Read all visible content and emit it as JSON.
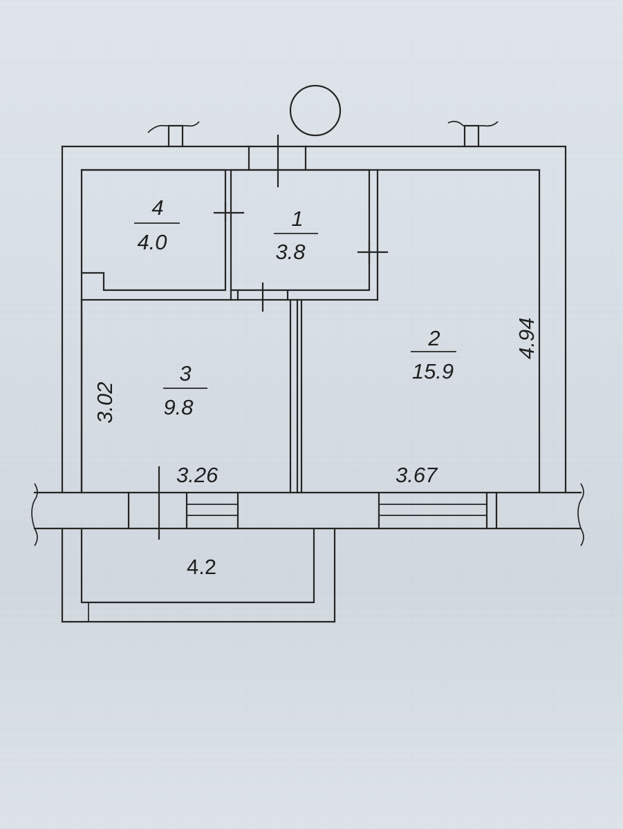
{
  "rooms": [
    {
      "number": "4",
      "area": "4.0"
    },
    {
      "number": "1",
      "area": "3.8"
    },
    {
      "number": "3",
      "area": "9.8"
    },
    {
      "number": "2",
      "area": "15.9"
    }
  ],
  "balcony": {
    "area": "4.2"
  },
  "dimensions": {
    "room3_height": "3.02",
    "room3_width": "3.26",
    "room2_width": "3.67",
    "room2_height": "4.94"
  }
}
